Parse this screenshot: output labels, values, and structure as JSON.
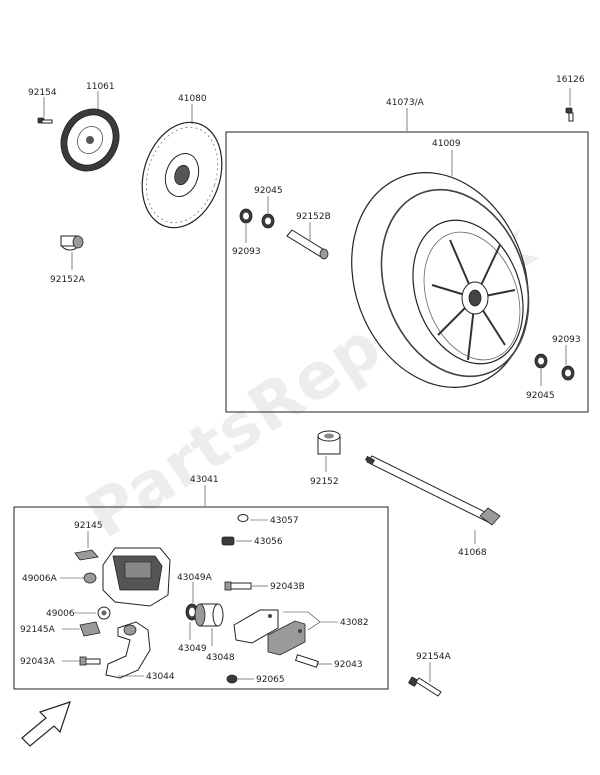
{
  "watermark": "PartsRepublik",
  "labels": {
    "p92154": "92154",
    "p11061": "11061",
    "p41080": "41080",
    "p41073a": "41073/A",
    "p16126": "16126",
    "p41009": "41009",
    "p92045_top": "92045",
    "p92152b": "92152B",
    "p92093_top": "92093",
    "p92152a": "92152A",
    "p92093_right": "92093",
    "p92045_right": "92045",
    "p92152": "92152",
    "p43041": "43041",
    "p41068": "41068",
    "p92145": "92145",
    "p43057": "43057",
    "p43056": "43056",
    "p49006a": "49006A",
    "p43049a": "43049A",
    "p92043b": "92043B",
    "p49006": "49006",
    "p43082": "43082",
    "p92145a": "92145A",
    "p43049": "43049",
    "p43048": "43048",
    "p92043a": "92043A",
    "p92043": "92043",
    "p43044": "43044",
    "p92065": "92065",
    "p92154a": "92154A"
  },
  "icons": {
    "front_arrow": "arrow-down-left-icon"
  }
}
